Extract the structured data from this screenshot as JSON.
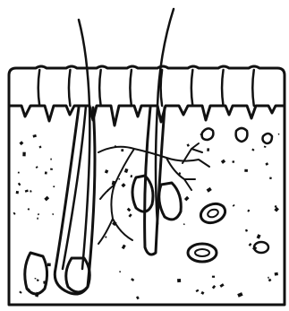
{
  "figure": {
    "icon": "skin-cross-section-illustration",
    "colors": {
      "ink": "#111111",
      "paper": "#ffffff"
    },
    "components": {
      "epidermis_cells": 9,
      "hairs": 2,
      "sebaceous_glands": 4
    }
  }
}
